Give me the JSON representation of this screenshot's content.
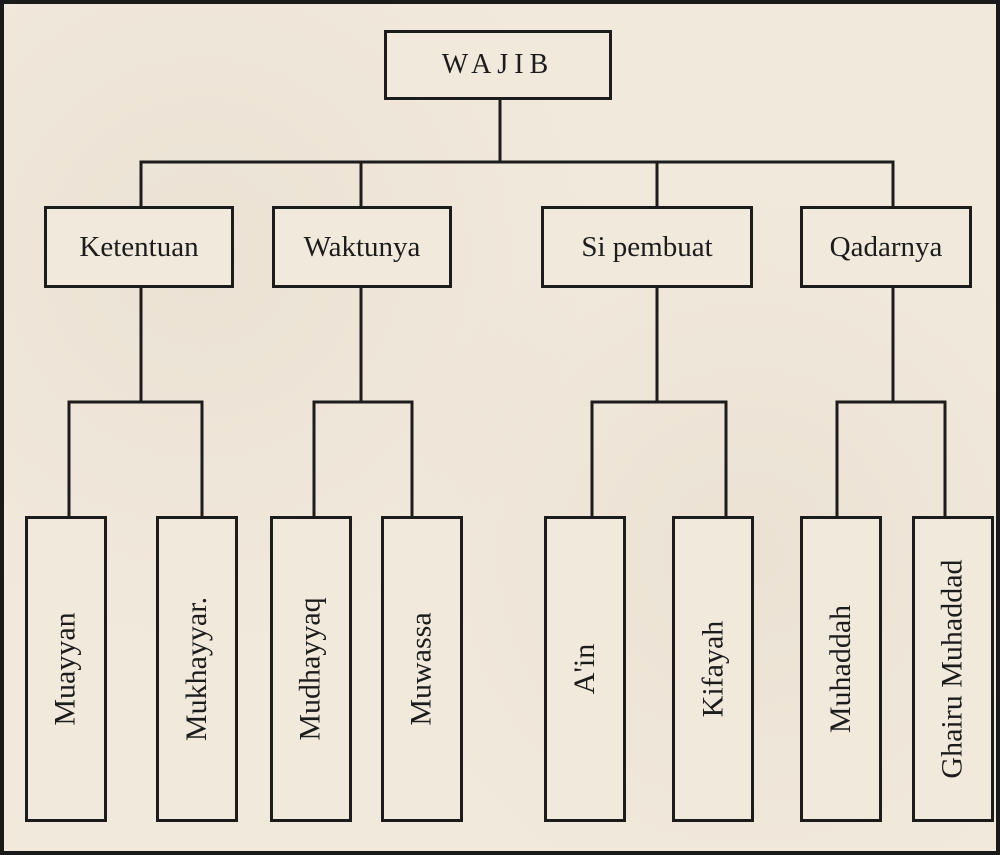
{
  "diagram": {
    "root": {
      "label": "WAJIB"
    },
    "categories": [
      {
        "label": "Ketentuan",
        "children": [
          "Muayyan",
          "Mukhayyar."
        ]
      },
      {
        "label": "Waktunya",
        "children": [
          "Mudhayyaq",
          "Muwassa"
        ]
      },
      {
        "label": "Si pembuat",
        "children": [
          "A'in",
          "Kifayah"
        ]
      },
      {
        "label": "Qadarnya",
        "children": [
          "Muhaddah",
          "Ghairu Muhaddad"
        ]
      }
    ]
  }
}
